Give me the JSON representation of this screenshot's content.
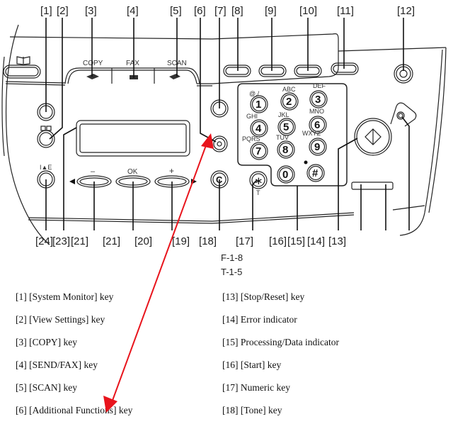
{
  "diagram": {
    "callouts_top": [
      "[1]",
      "[2]",
      "[3]",
      "[4]",
      "[5]",
      "[6]",
      "[7]",
      "[8]",
      "[9]",
      "[10]",
      "[11]",
      "[12]"
    ],
    "callouts_bottom": [
      "[24]",
      "[23]",
      "[21]",
      "[21]",
      "[20]",
      "[19]",
      "[18]",
      "[17]",
      "[16]",
      "[15]",
      "[14]",
      "[13]"
    ],
    "mode_keys": [
      "COPY",
      "FAX",
      "SCAN"
    ],
    "nav_keys": {
      "minus": "–",
      "ok": "OK",
      "plus": "+"
    },
    "clear_key": "C",
    "tone_key": {
      "symbol": "∗",
      "label": "T"
    },
    "keypad": [
      {
        "digit": "1",
        "letters": "@./"
      },
      {
        "digit": "2",
        "letters": "ABC"
      },
      {
        "digit": "3",
        "letters": "DEF"
      },
      {
        "digit": "4",
        "letters": "GHI"
      },
      {
        "digit": "5",
        "letters": "JKL"
      },
      {
        "digit": "6",
        "letters": "MNO"
      },
      {
        "digit": "7",
        "letters": "PQRS"
      },
      {
        "digit": "8",
        "letters": "TUV"
      },
      {
        "digit": "9",
        "letters": "WXYZ"
      },
      {
        "digit": "0",
        "letters": ""
      },
      {
        "digit": "#",
        "letters": ""
      }
    ],
    "annotation_arrow_color": "#e8141c"
  },
  "figure_id": "F-1-8",
  "table_id": "T-1-5",
  "legend_left": [
    "[1] [System Monitor] key",
    "[2] [View Settings] key",
    "[3] [COPY] key",
    "[4] [SEND/FAX] key",
    "[5] [SCAN] key",
    "[6] [Additional Functions] key"
  ],
  "legend_right": [
    "[13] [Stop/Reset] key",
    "[14] Error indicator",
    "[15] Processing/Data indicator",
    "[16] [Start] key",
    "[17] Numeric key",
    "[18] [Tone] key"
  ]
}
